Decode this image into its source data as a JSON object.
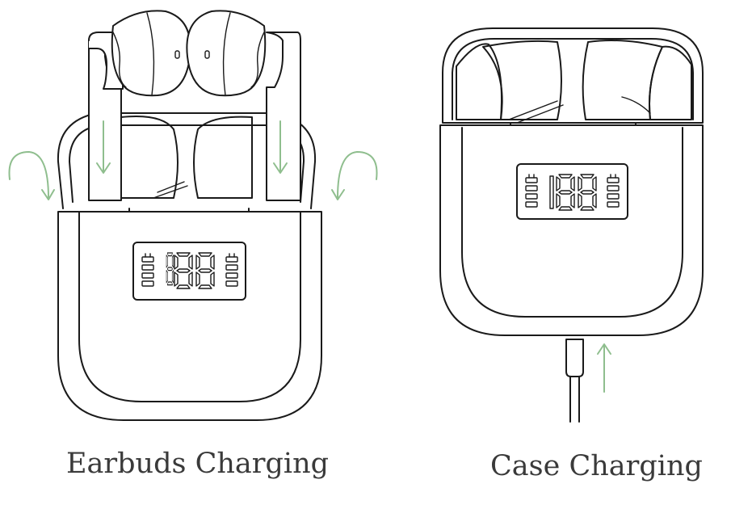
{
  "captions": {
    "left": "Earbuds Charging",
    "right": "Case Charging"
  },
  "display": {
    "digits": "188"
  },
  "colors": {
    "line": "#1a1a1a",
    "arrow": "#8fbe8e",
    "text": "#3a3a3a"
  },
  "icons": {
    "down_arrow": "arrow-down-icon",
    "rotate_left": "curved-arrow-icon",
    "up_arrow": "arrow-up-icon"
  }
}
